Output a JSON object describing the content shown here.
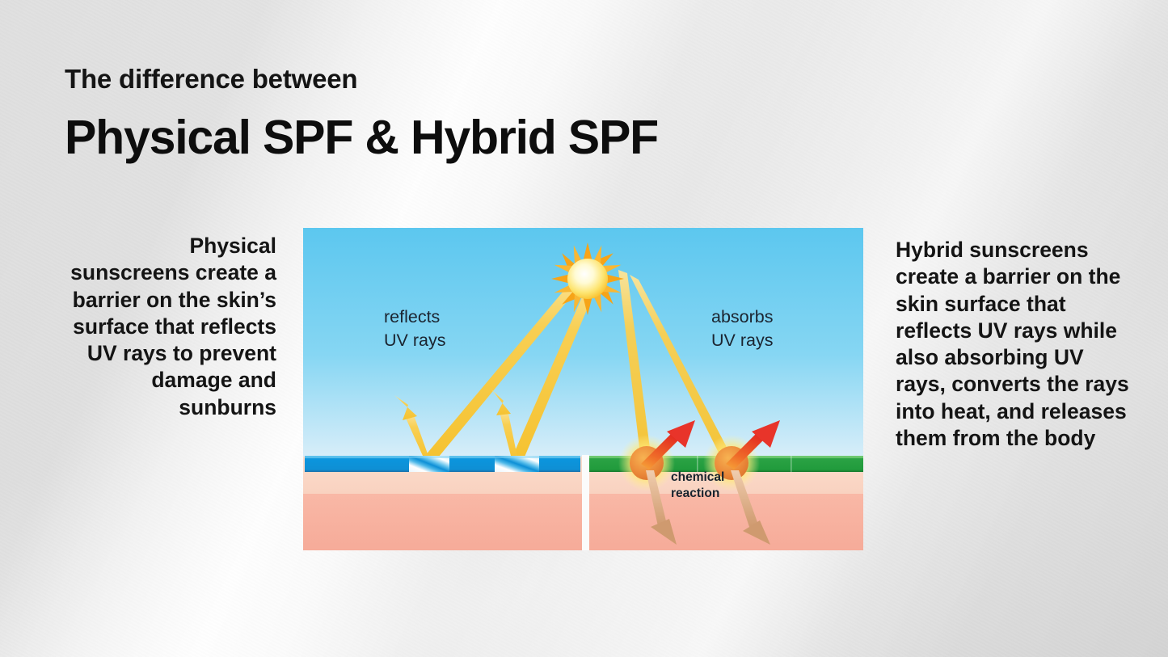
{
  "headings": {
    "eyebrow": "The difference between",
    "headline": "Physical SPF & Hybrid SPF"
  },
  "copy": {
    "left": "Physical sunscreens create a barrier on the skin’s surface that reflects UV rays to prevent damage and sunburns",
    "right": "Hybrid sunscreens create a barrier on the skin surface that reflects UV rays while also absorbing UV rays, converts the rays into heat, and releases them from the body"
  },
  "diagram": {
    "label_reflects_line1": "reflects",
    "label_reflects_line2": "UV rays",
    "label_absorbs_line1": "absorbs",
    "label_absorbs_line2": "UV rays",
    "label_reaction_line1": "chemical",
    "label_reaction_line2": "reaction"
  },
  "colors": {
    "sky_top": "#5ec8ef",
    "sky_bottom": "#d5ecf8",
    "physical_barrier": "#0d96dd",
    "hybrid_barrier": "#2ea646",
    "skin_upper": "#fad7c6",
    "skin_lower": "#f7b1a0",
    "uv_ray": "#f7c843",
    "heat_arrow": "#e8342a",
    "reaction_arrow": "#d7a278",
    "sun_core": "#fffde3",
    "sun_ring": "#f7a81c",
    "text": "#141414",
    "background": "#e9e9e9"
  }
}
